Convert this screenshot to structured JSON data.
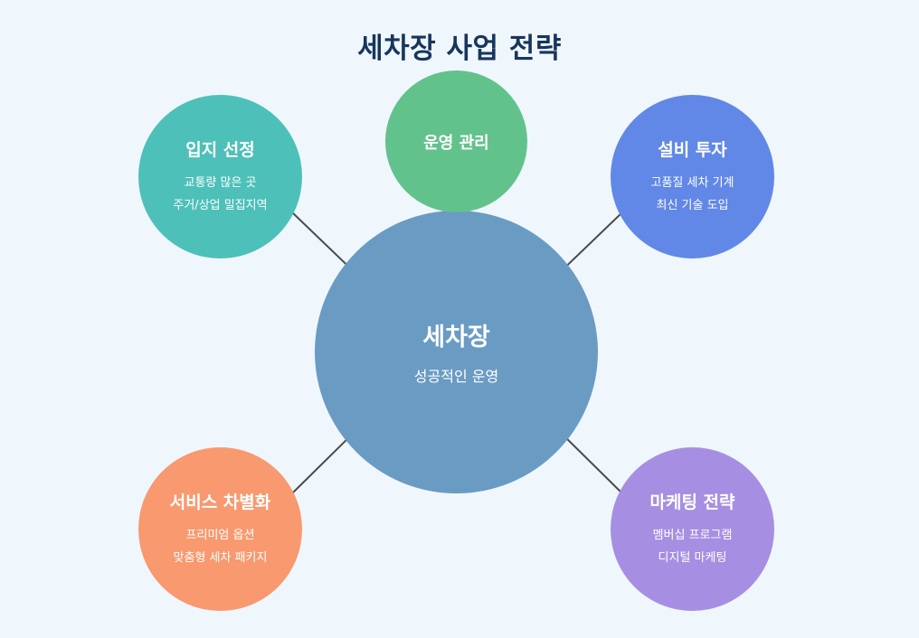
{
  "title": "세차장 사업 전략",
  "center": {
    "title": "세차장",
    "subtitle": "성공적인 운영",
    "color": "#6a9bc3"
  },
  "nodes": {
    "location": {
      "title": "입지 선정",
      "lines": [
        "교통량 많은 곳",
        "주거/상업 밀집지역"
      ],
      "color": "#4dc0b9"
    },
    "operations": {
      "title": "운영 관리",
      "lines": [],
      "color": "#62c28c"
    },
    "equipment": {
      "title": "설비 투자",
      "lines": [
        "고품질 세차 기계",
        "최신 기술 도입"
      ],
      "color": "#6188e6"
    },
    "service": {
      "title": "서비스 차별화",
      "lines": [
        "프리미엄 옵션",
        "맞춤형 세차 패키지"
      ],
      "color": "#f8996f"
    },
    "marketing": {
      "title": "마케팅 전략",
      "lines": [
        "멤버십 프로그램",
        "디지털 마케팅"
      ],
      "color": "#a68fe2"
    }
  },
  "connector_color": "#4a4a4a"
}
